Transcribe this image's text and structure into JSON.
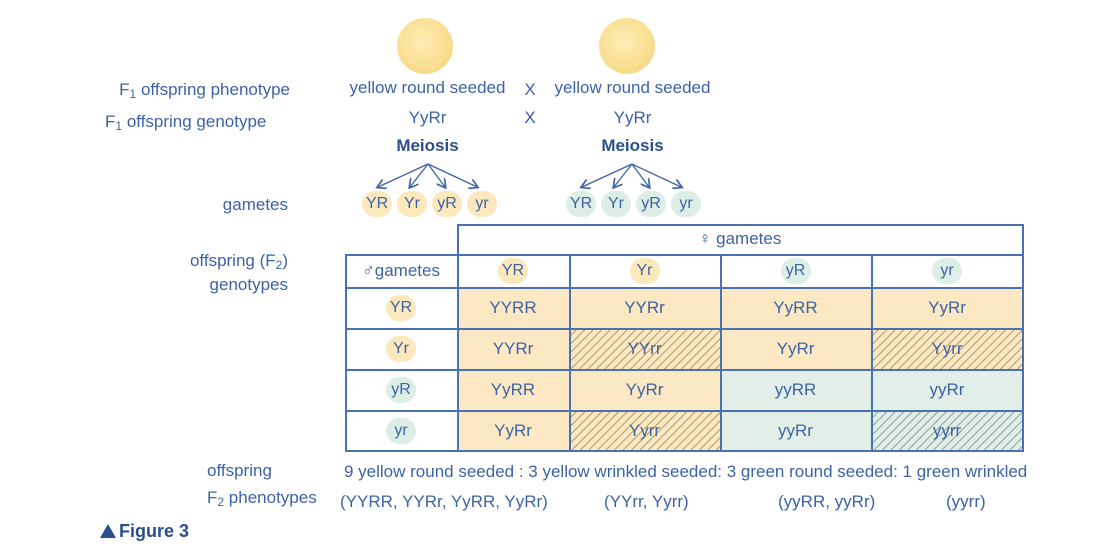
{
  "labels": {
    "f1_phenotype": "offspring  phenotype",
    "f1_genotype": "offspring  genotype",
    "f1_prefix": "F",
    "f1_sub": "1",
    "gametes": "gametes",
    "offspring_f2_line1": "offspring (F",
    "offspring_f2_sub": "2",
    "offspring_f2_close": ")",
    "offspring_f2_line2": "genotypes",
    "offspring_ph_line1": "offspring",
    "f2_prefix": "F",
    "f2_sub": "2",
    "f2_phenotypes": " phenotypes"
  },
  "parents": {
    "left_phenotype": "yellow round seeded",
    "right_phenotype": "yellow round seeded",
    "cross_symbol": "X",
    "left_genotype": "YyRr",
    "right_genotype": "YyRr",
    "meiosis": "Meiosis"
  },
  "gametes_left": [
    "YR",
    "Yr",
    "yR",
    "yr"
  ],
  "gametes_right": [
    "YR",
    "Yr",
    "yR",
    "yr"
  ],
  "punnett": {
    "female_header": "♀ gametes",
    "male_header": "♂gametes",
    "col_headers": [
      "YR",
      "Yr",
      "yR",
      "yr"
    ],
    "row_headers": [
      "YR",
      "Yr",
      "yR",
      "yr"
    ],
    "cells": [
      [
        "YYRR",
        "YYRr",
        "YyRR",
        "YyRr"
      ],
      [
        "YYRr",
        "YYrr",
        "YyRr",
        "Yyrr"
      ],
      [
        "YyRR",
        "YyRr",
        "yyRR",
        "yyRr"
      ],
      [
        "YyRr",
        "Yyrr",
        "yyRr",
        "yyrr"
      ]
    ]
  },
  "ratio": "9 yellow round seeded : 3 yellow wrinkled seeded: 3 green round seeded: 1 green wrinkled",
  "groups": [
    "(YYRR, YYRr, YyRR, YyRr)",
    "(YYrr, Yyrr)",
    "(yyRR, yyRr)",
    "(yyrr)"
  ],
  "caption": "Figure 3",
  "colors": {
    "yellow": "#fce8c2",
    "green": "#e2efe9",
    "blue": "#3d63a6"
  }
}
